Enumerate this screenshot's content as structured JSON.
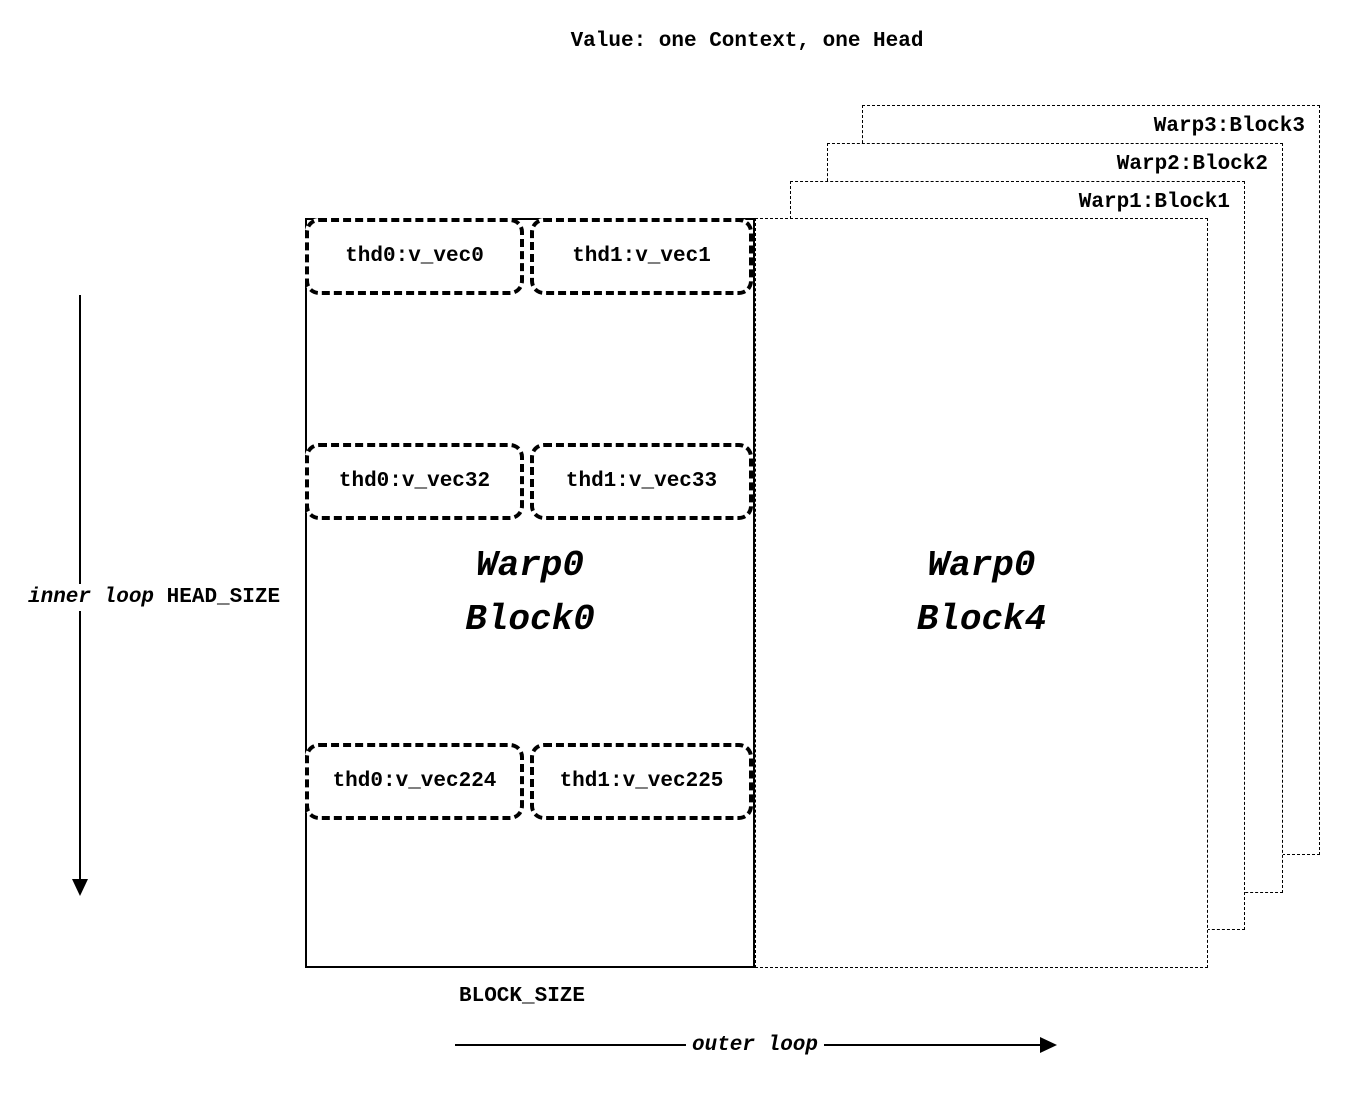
{
  "title": "Value: one Context, one Head",
  "colors": {
    "ink": "#000000",
    "background": "#ffffff"
  },
  "back_blocks": [
    {
      "label": "Warp3:Block3"
    },
    {
      "label": "Warp2:Block2"
    },
    {
      "label": "Warp1:Block1"
    }
  ],
  "front_dashed_block": {
    "line1": "Warp0",
    "line2": "Block4"
  },
  "solid_block": {
    "line1": "Warp0",
    "line2": "Block0"
  },
  "thread_rows": [
    {
      "left": "thd0:v_vec0",
      "right": "thd1:v_vec1"
    },
    {
      "left": "thd0:v_vec32",
      "right": "thd1:v_vec33"
    },
    {
      "left": "thd0:v_vec224",
      "right": "thd1:v_vec225"
    }
  ],
  "axis": {
    "inner_loop": "inner loop",
    "head_size": "HEAD_SIZE",
    "block_size": "BLOCK_SIZE",
    "outer_loop": "outer loop"
  }
}
